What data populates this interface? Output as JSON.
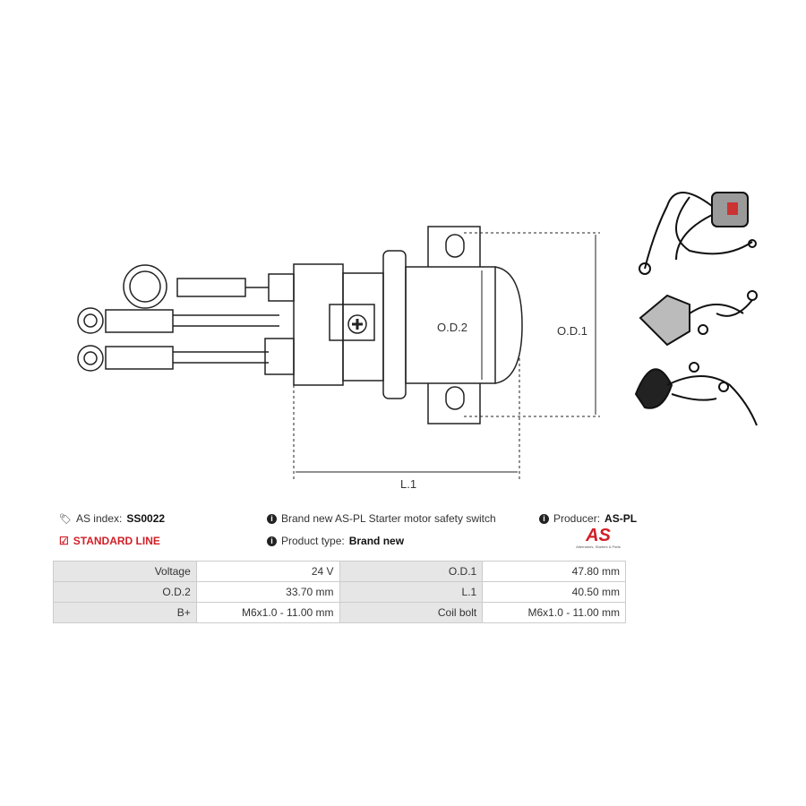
{
  "drawing": {
    "od1": "O.D.1",
    "od2": "O.D.2",
    "l1": "L.1"
  },
  "info": {
    "as_index_label": "AS index:",
    "as_index_value": "SS0022",
    "line": "STANDARD LINE",
    "description": "Brand new AS-PL Starter motor safety switch",
    "product_type_label": "Product type:",
    "product_type_value": "Brand new",
    "producer_label": "Producer:",
    "producer_value": "AS-PL",
    "logo_text": "AS",
    "logo_tagline": "Alternators, Starters & Parts"
  },
  "colors": {
    "accent": "#d02028"
  },
  "specs": [
    {
      "k1": "Voltage",
      "v1": "24 V",
      "k2": "O.D.1",
      "v2": "47.80 mm"
    },
    {
      "k1": "O.D.2",
      "v1": "33.70 mm",
      "k2": "L.1",
      "v2": "40.50 mm"
    },
    {
      "k1": "B+",
      "v1": "M6x1.0 - 11.00 mm",
      "k2": "Coil bolt",
      "v2": "M6x1.0 - 11.00 mm"
    }
  ]
}
